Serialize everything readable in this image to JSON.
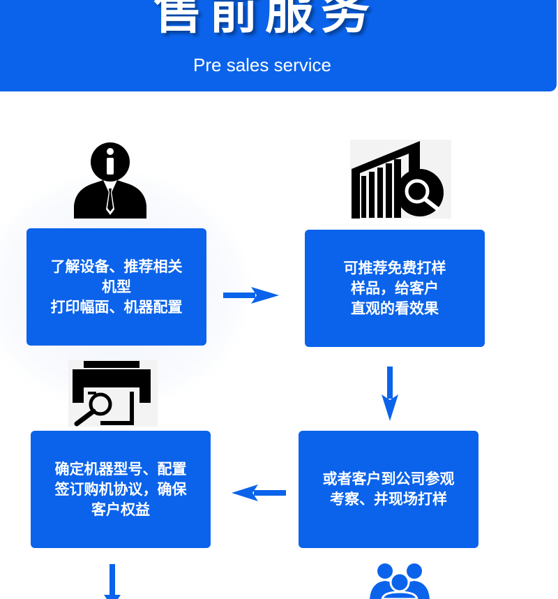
{
  "banner": {
    "title": "售前服务",
    "subtitle": "Pre sales service",
    "color": "#0a63ea"
  },
  "steps": [
    {
      "lines": [
        "了解设备、推荐相关",
        "机型",
        "打印幅面、机器配置"
      ],
      "icon": "advisor-info-icon"
    },
    {
      "lines": [
        "可推荐免费打样",
        "样品，给客户",
        "直观的看效果"
      ],
      "icon": "building-search-icon"
    },
    {
      "lines": [
        "或者客户到公司参观",
        "考察、并现场打样"
      ],
      "icon": "team-icon"
    },
    {
      "lines": [
        "确定机器型号、配置",
        "签订购机协议，确保",
        "客户权益"
      ],
      "icon": "printer-search-icon"
    }
  ],
  "arrow_color": "#0a63ea"
}
